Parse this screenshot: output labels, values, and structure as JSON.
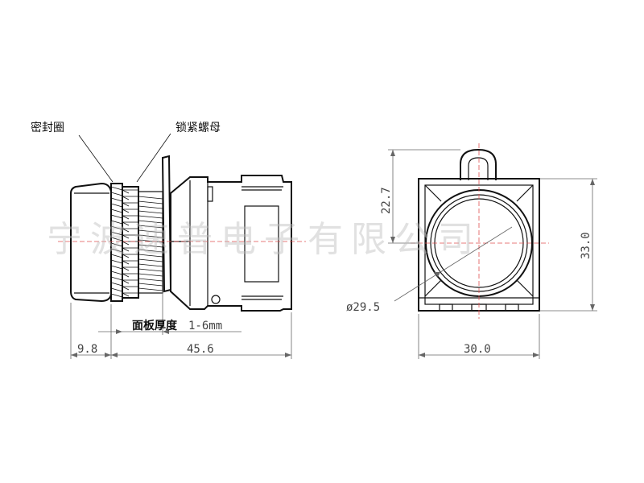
{
  "labels": {
    "seal_ring": "密封圈",
    "lock_nut": "锁紧螺母",
    "panel_thickness": "面板厚度",
    "panel_range": "1-6mm"
  },
  "dimensions": {
    "front_depth": "9.8",
    "body_length": "45.6",
    "bezel_height": "22.7",
    "width": "30.0",
    "height": "33.0",
    "diameter": "ø29.5"
  },
  "watermark": "宁波速普电子有限公司",
  "colors": {
    "line": "#111111",
    "dimension": "#444444",
    "centerline": "#e05050",
    "watermark": "#bdbdbd"
  }
}
